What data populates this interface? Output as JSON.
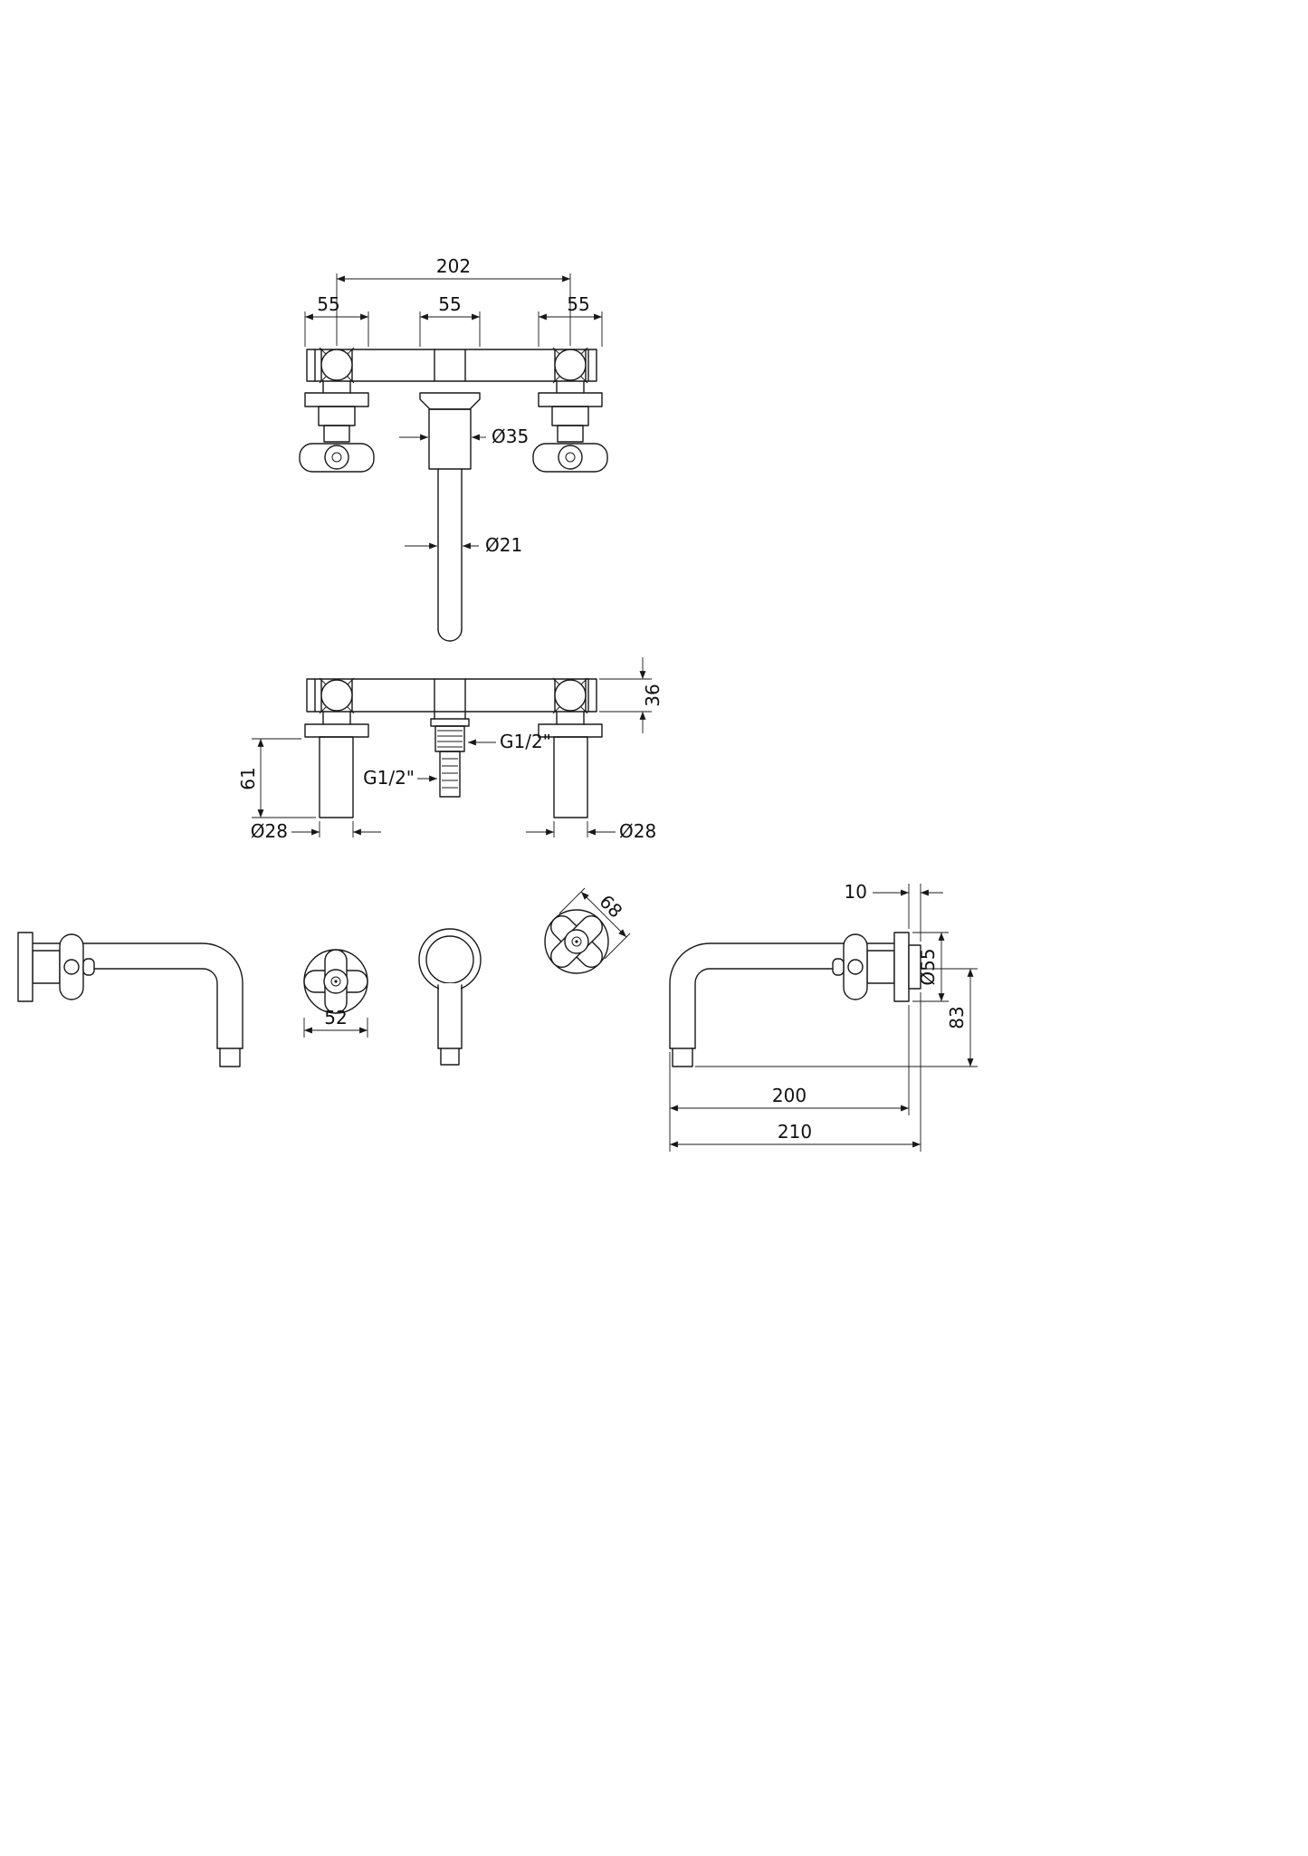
{
  "drawing": {
    "background": "#ffffff",
    "line_color": "#18181a",
    "subject": "wall-mounted-3-hole-basin-mixer-dimensional-drawing"
  },
  "dims": {
    "overall_width": "202",
    "left_flange_width": "55",
    "center_flange_width": "55",
    "right_flange_width": "55",
    "spout_base_diameter": "Ø35",
    "spout_tube_diameter": "Ø21",
    "body_height": "36",
    "valve_body_length": "61",
    "left_stem_diameter": "Ø28",
    "right_stem_diameter": "Ø28",
    "outlet_thread": "G1/2\"",
    "inlet_thread": "G1/2\"",
    "handle_width": "52",
    "handle_diagonal_width": "68",
    "wall_plate_thickness": "10",
    "wall_flange_diameter": "Ø55",
    "spout_drop_height": "83",
    "spout_reach": "200",
    "overall_projection": "210"
  }
}
